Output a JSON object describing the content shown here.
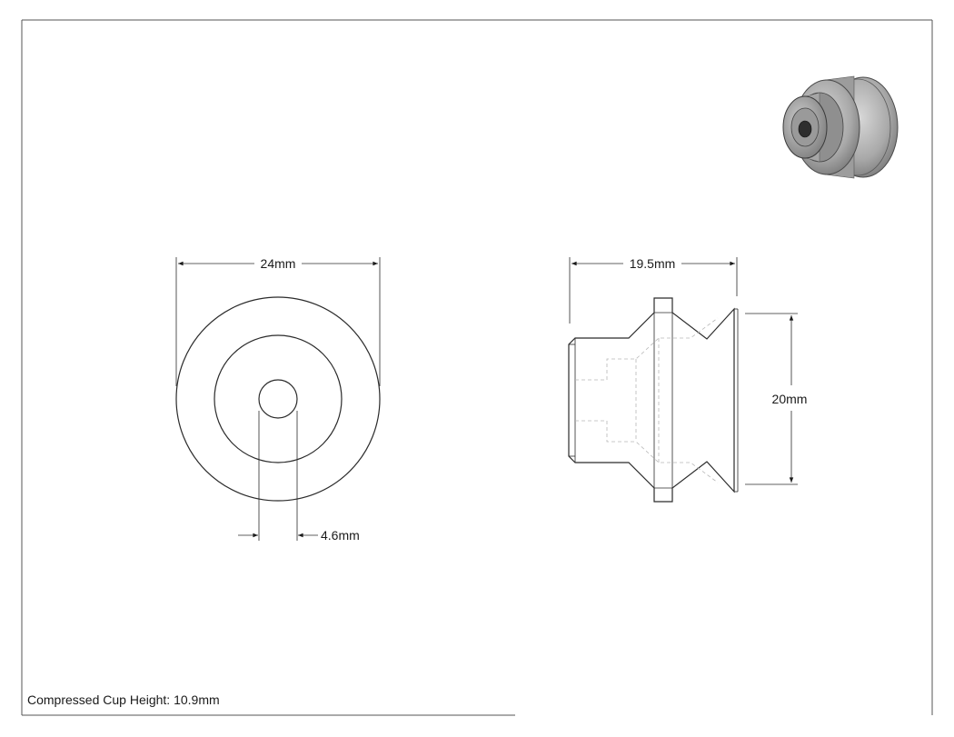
{
  "drawing": {
    "front_view": {
      "outer_diameter_label": "24mm",
      "hole_diameter_label": "4.6mm"
    },
    "side_view": {
      "length_label": "19.5mm",
      "diameter_label": "20mm"
    },
    "note": "Compressed Cup Height: 10.9mm",
    "iso_view_icon": "suction-cup-isometric-render"
  }
}
